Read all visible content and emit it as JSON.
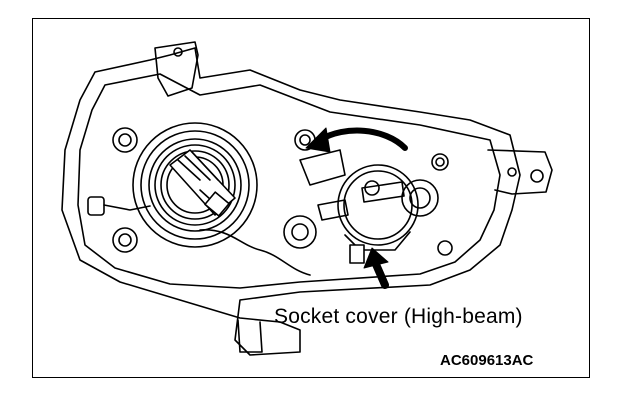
{
  "figure": {
    "callout_label": "Socket cover (High-beam)",
    "figure_code": "AC609613AC",
    "subject_icon": "headlamp-assembly-rear-view",
    "rotation_arrow_icon": "counterclockwise-arrow-icon",
    "pointer_arrow_icon": "pointer-arrow-icon",
    "line_color": "#000000",
    "background_color": "#ffffff"
  }
}
